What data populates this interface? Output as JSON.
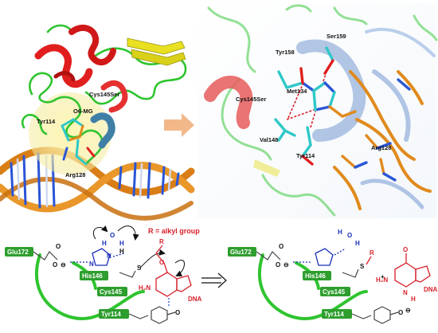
{
  "colors": {
    "protein_green": "#2fc42f",
    "helix_red": "#e01e1e",
    "sheet_yellow": "#e8e020",
    "dna_orange": "#e08a1c",
    "ligand_cyan": "#30c8c8",
    "accent_red": "#d8202a",
    "hbond_blue": "#1a2fb8",
    "arrow_peach": "#f2b88a",
    "label_box_green": "#2e9e2e"
  },
  "left_panel": {
    "labels": [
      "O6-MG",
      "Cys145Ser",
      "Tyr114",
      "Arg128"
    ]
  },
  "right_panel": {
    "labels": [
      "Ser159",
      "Tyr158",
      "Met134",
      "Cys145Ser",
      "Val148",
      "Tyr114",
      "Arg128"
    ]
  },
  "mechanism": {
    "r_group_note": "R = alkyl group",
    "reactant": {
      "residues": [
        "Glu172",
        "His146",
        "Cys145",
        "Tyr114"
      ],
      "atoms": {
        "o": "O",
        "o_minus": "O",
        "minus": "⊖",
        "h": "H",
        "n": "N",
        "s": "S",
        "r": "R",
        "h2n": "H₂N",
        "dna": "DNA"
      }
    },
    "product": {
      "residues": [
        "Glu172",
        "His146",
        "Cys145",
        "Tyr114"
      ],
      "atoms": {
        "o": "O",
        "minus": "⊖",
        "h": "H",
        "s": "S",
        "r": "R",
        "plus": "+",
        "h2n": "H₂N",
        "dna": "DNA",
        "n": "N"
      }
    }
  }
}
